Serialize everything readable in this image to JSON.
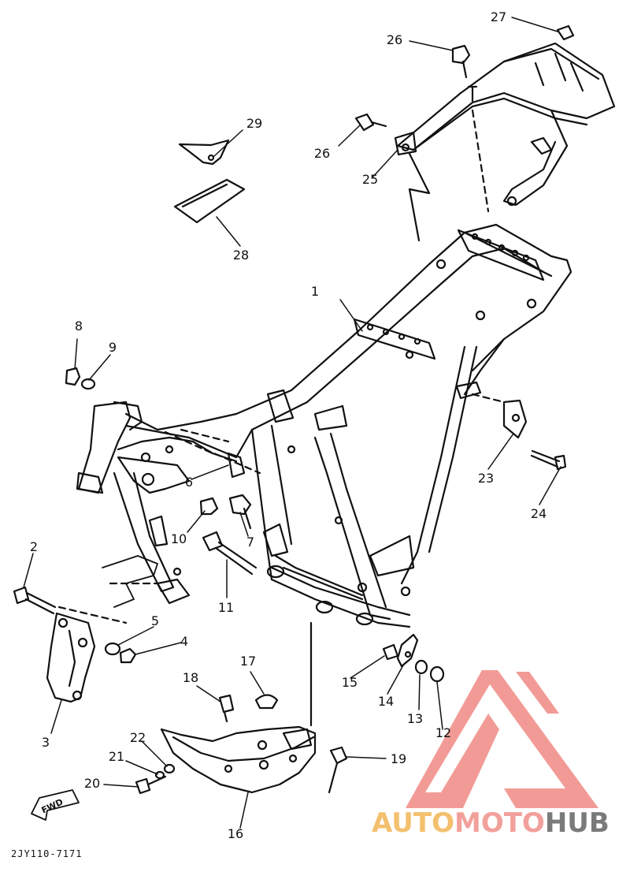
{
  "callouts": [
    {
      "id": "1",
      "label": "1"
    },
    {
      "id": "2",
      "label": "2"
    },
    {
      "id": "3",
      "label": "3"
    },
    {
      "id": "4",
      "label": "4"
    },
    {
      "id": "5",
      "label": "5"
    },
    {
      "id": "6",
      "label": "6"
    },
    {
      "id": "7",
      "label": "7"
    },
    {
      "id": "8",
      "label": "8"
    },
    {
      "id": "9",
      "label": "9"
    },
    {
      "id": "10",
      "label": "10"
    },
    {
      "id": "11",
      "label": "11"
    },
    {
      "id": "12",
      "label": "12"
    },
    {
      "id": "13",
      "label": "13"
    },
    {
      "id": "14",
      "label": "14"
    },
    {
      "id": "15",
      "label": "15"
    },
    {
      "id": "16",
      "label": "16"
    },
    {
      "id": "17",
      "label": "17"
    },
    {
      "id": "18",
      "label": "18"
    },
    {
      "id": "19",
      "label": "19"
    },
    {
      "id": "20",
      "label": "20"
    },
    {
      "id": "21",
      "label": "21"
    },
    {
      "id": "22",
      "label": "22"
    },
    {
      "id": "23",
      "label": "23"
    },
    {
      "id": "24",
      "label": "24"
    },
    {
      "id": "25",
      "label": "25"
    },
    {
      "id": "26a",
      "label": "26"
    },
    {
      "id": "26b",
      "label": "26"
    },
    {
      "id": "27",
      "label": "27"
    },
    {
      "id": "28",
      "label": "28"
    },
    {
      "id": "29",
      "label": "29"
    }
  ],
  "drawing_code": "2JY110-7171",
  "fwd_label": "FWD",
  "watermark": {
    "part_a": "AUTO",
    "part_b": "MOTO",
    "part_c": "HUB",
    "colors": {
      "part_a": "#f4c06e",
      "part_b": "#f2a09b",
      "part_c": "#7a7a7a",
      "logo": "#f08a84"
    }
  }
}
